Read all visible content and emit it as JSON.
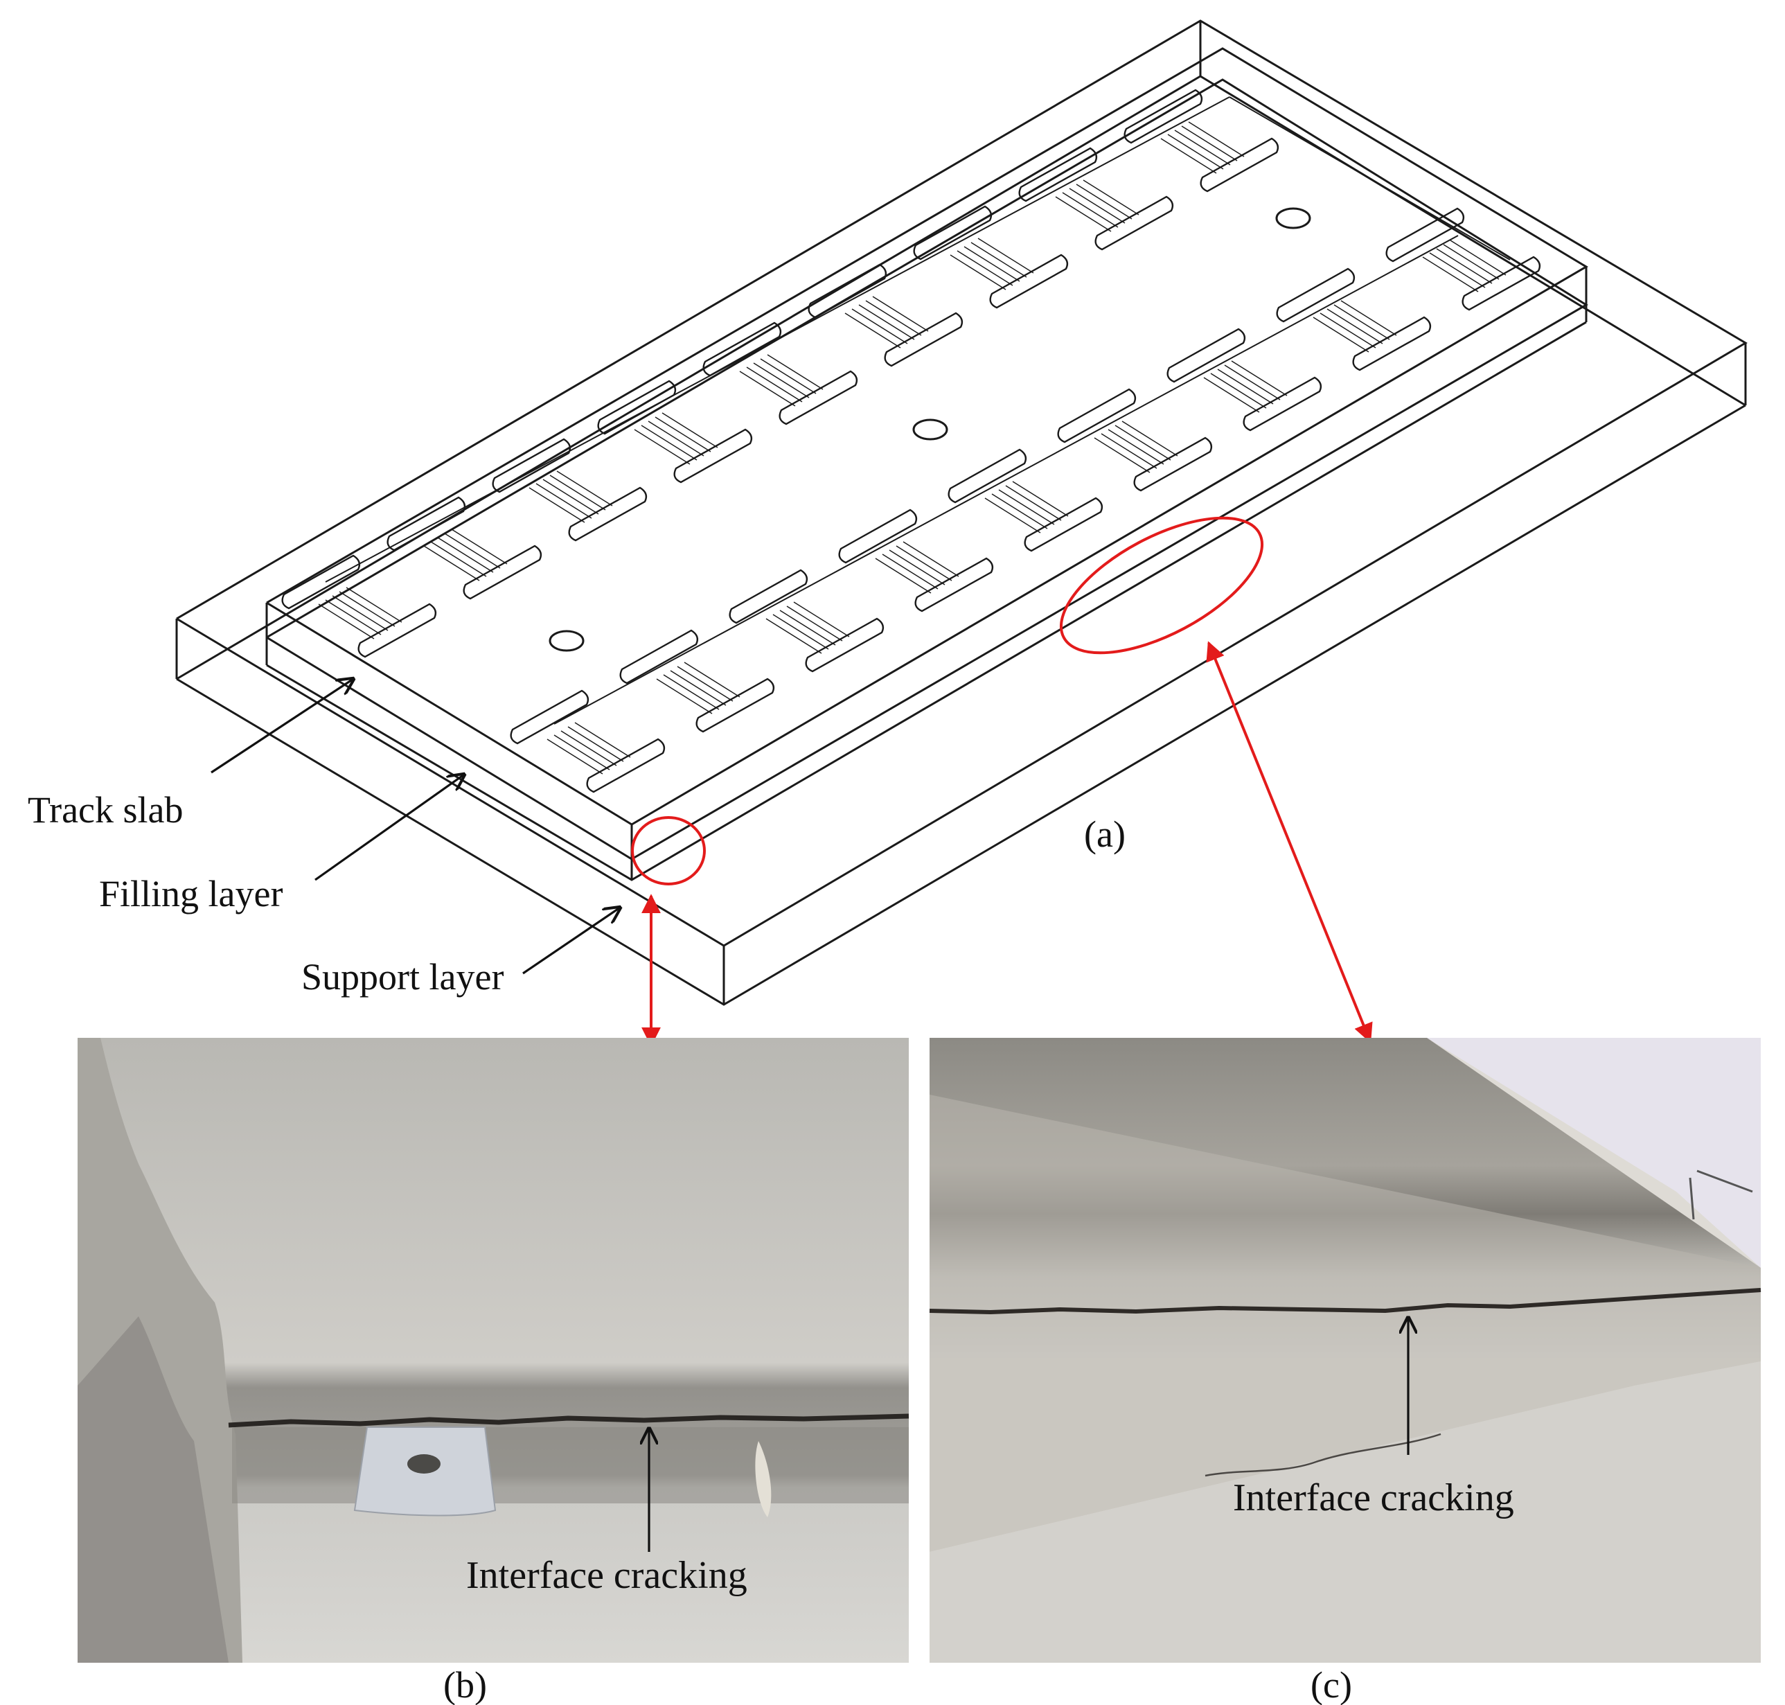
{
  "labels": {
    "track_slab": "Track slab",
    "filling_layer": "Filling layer",
    "support_layer": "Support layer",
    "panel_a": "(a)",
    "panel_b": "(b)",
    "panel_c": "(c)",
    "crack_b": "Interface cracking",
    "crack_c": "Interface cracking"
  },
  "colors": {
    "line": "#1a1a1a",
    "highlight": "#e31b1b",
    "concrete_light": "#c9c8c4",
    "concrete_dark": "#8e8d89",
    "sky": "#e6e3ec"
  }
}
